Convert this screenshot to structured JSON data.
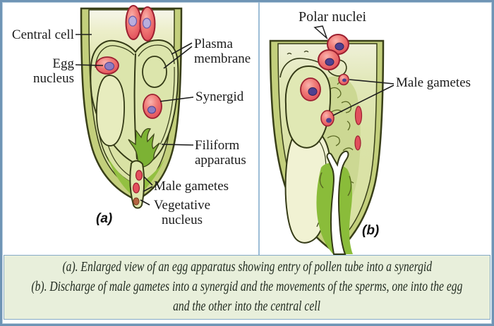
{
  "figure": {
    "panel_a": {
      "figure_label": "(a)",
      "labels": {
        "central_cell": "Central cell",
        "egg_nucleus": "Egg nucleus",
        "plasma_membrane": "Plasma membrane",
        "synergid": "Synergid",
        "filiform_apparatus": "Filiform apparatus",
        "male_gametes": "Male gametes",
        "vegetative_nucleus": "Vegetative nucleus"
      }
    },
    "panel_b": {
      "figure_label": "(b)",
      "labels": {
        "polar_nuclei": "Polar nuclei",
        "male_gametes": "Male gametes"
      }
    },
    "caption": {
      "line1": "(a). Enlarged view of an egg apparatus showing entry of pollen tube into a synergid",
      "line2": "(b). Discharge of male gametes into a synergid and the movements of the sperms, one into the egg",
      "line3": "and the other into the central cell"
    },
    "colors": {
      "frame_border": "#6f94b5",
      "panel_divider": "#9dbdd6",
      "caption_bg": "#e8efdb",
      "caption_border": "#85aac7",
      "tissue_green": "#dbe3a8",
      "wall_green": "#c3cf7c",
      "bright_green": "#8abc3a",
      "cell_red": "#ee5f68",
      "nucleus_purple": "#8d7cc2",
      "outline": "#343a16",
      "label_text": "#1c1c1c"
    }
  }
}
